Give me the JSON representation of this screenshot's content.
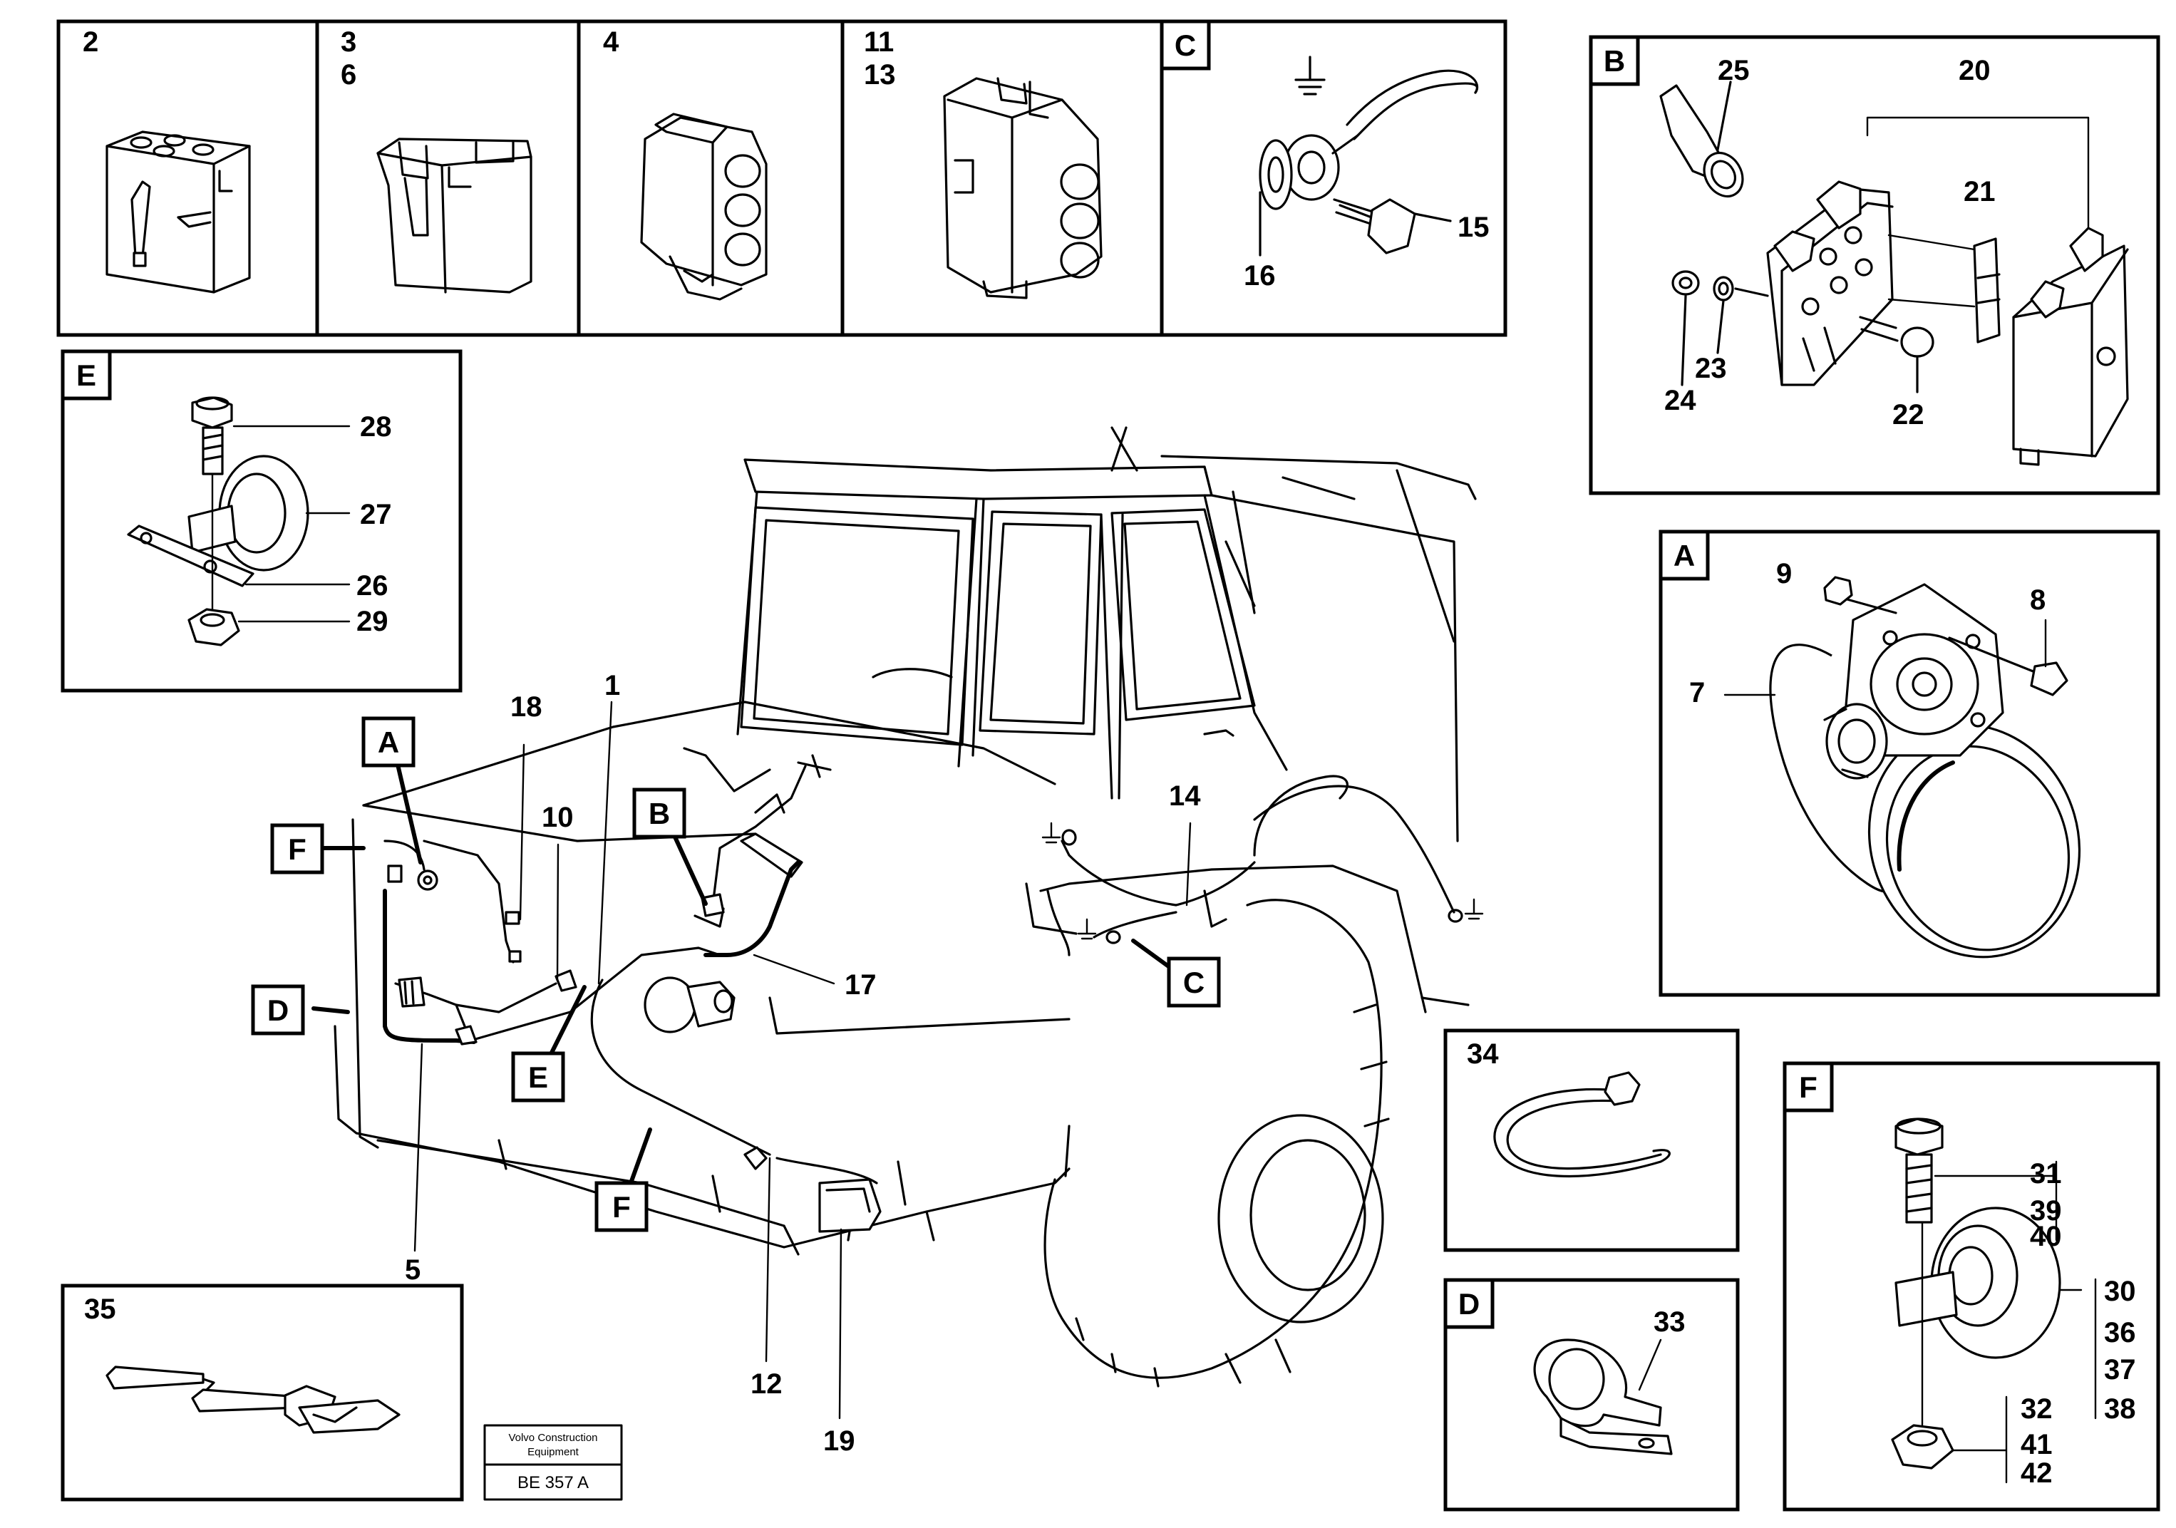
{
  "panels": {
    "p2": {
      "labels": [
        "2"
      ]
    },
    "p3": {
      "labels": [
        "3",
        "6"
      ]
    },
    "p4": {
      "labels": [
        "4"
      ]
    },
    "p11": {
      "labels": [
        "11",
        "13"
      ]
    },
    "pC": {
      "tag": "C",
      "labels": [
        "15",
        "16"
      ]
    },
    "pB": {
      "tag": "B",
      "labels": [
        "25",
        "20",
        "21",
        "24",
        "23",
        "22"
      ]
    },
    "pE": {
      "tag": "E",
      "labels": [
        "28",
        "27",
        "26",
        "29"
      ]
    },
    "pA": {
      "tag": "A",
      "labels": [
        "9",
        "8",
        "7"
      ]
    },
    "p34": {
      "labels": [
        "34"
      ]
    },
    "pD": {
      "tag": "D",
      "labels": [
        "33"
      ]
    },
    "pF": {
      "tag": "F",
      "labels": [
        "31",
        "39",
        "40",
        "30",
        "36",
        "37",
        "38",
        "32",
        "41",
        "42"
      ]
    },
    "p35": {
      "labels": [
        "35"
      ]
    }
  },
  "main": {
    "tags": [
      "A",
      "F",
      "D",
      "E",
      "B",
      "C",
      "F"
    ],
    "labels": [
      "18",
      "10",
      "1",
      "14",
      "17",
      "5",
      "12",
      "19"
    ]
  },
  "footer": {
    "company_line1": "Volvo Construction",
    "company_line2": "Equipment",
    "code": "BE 357 A"
  }
}
